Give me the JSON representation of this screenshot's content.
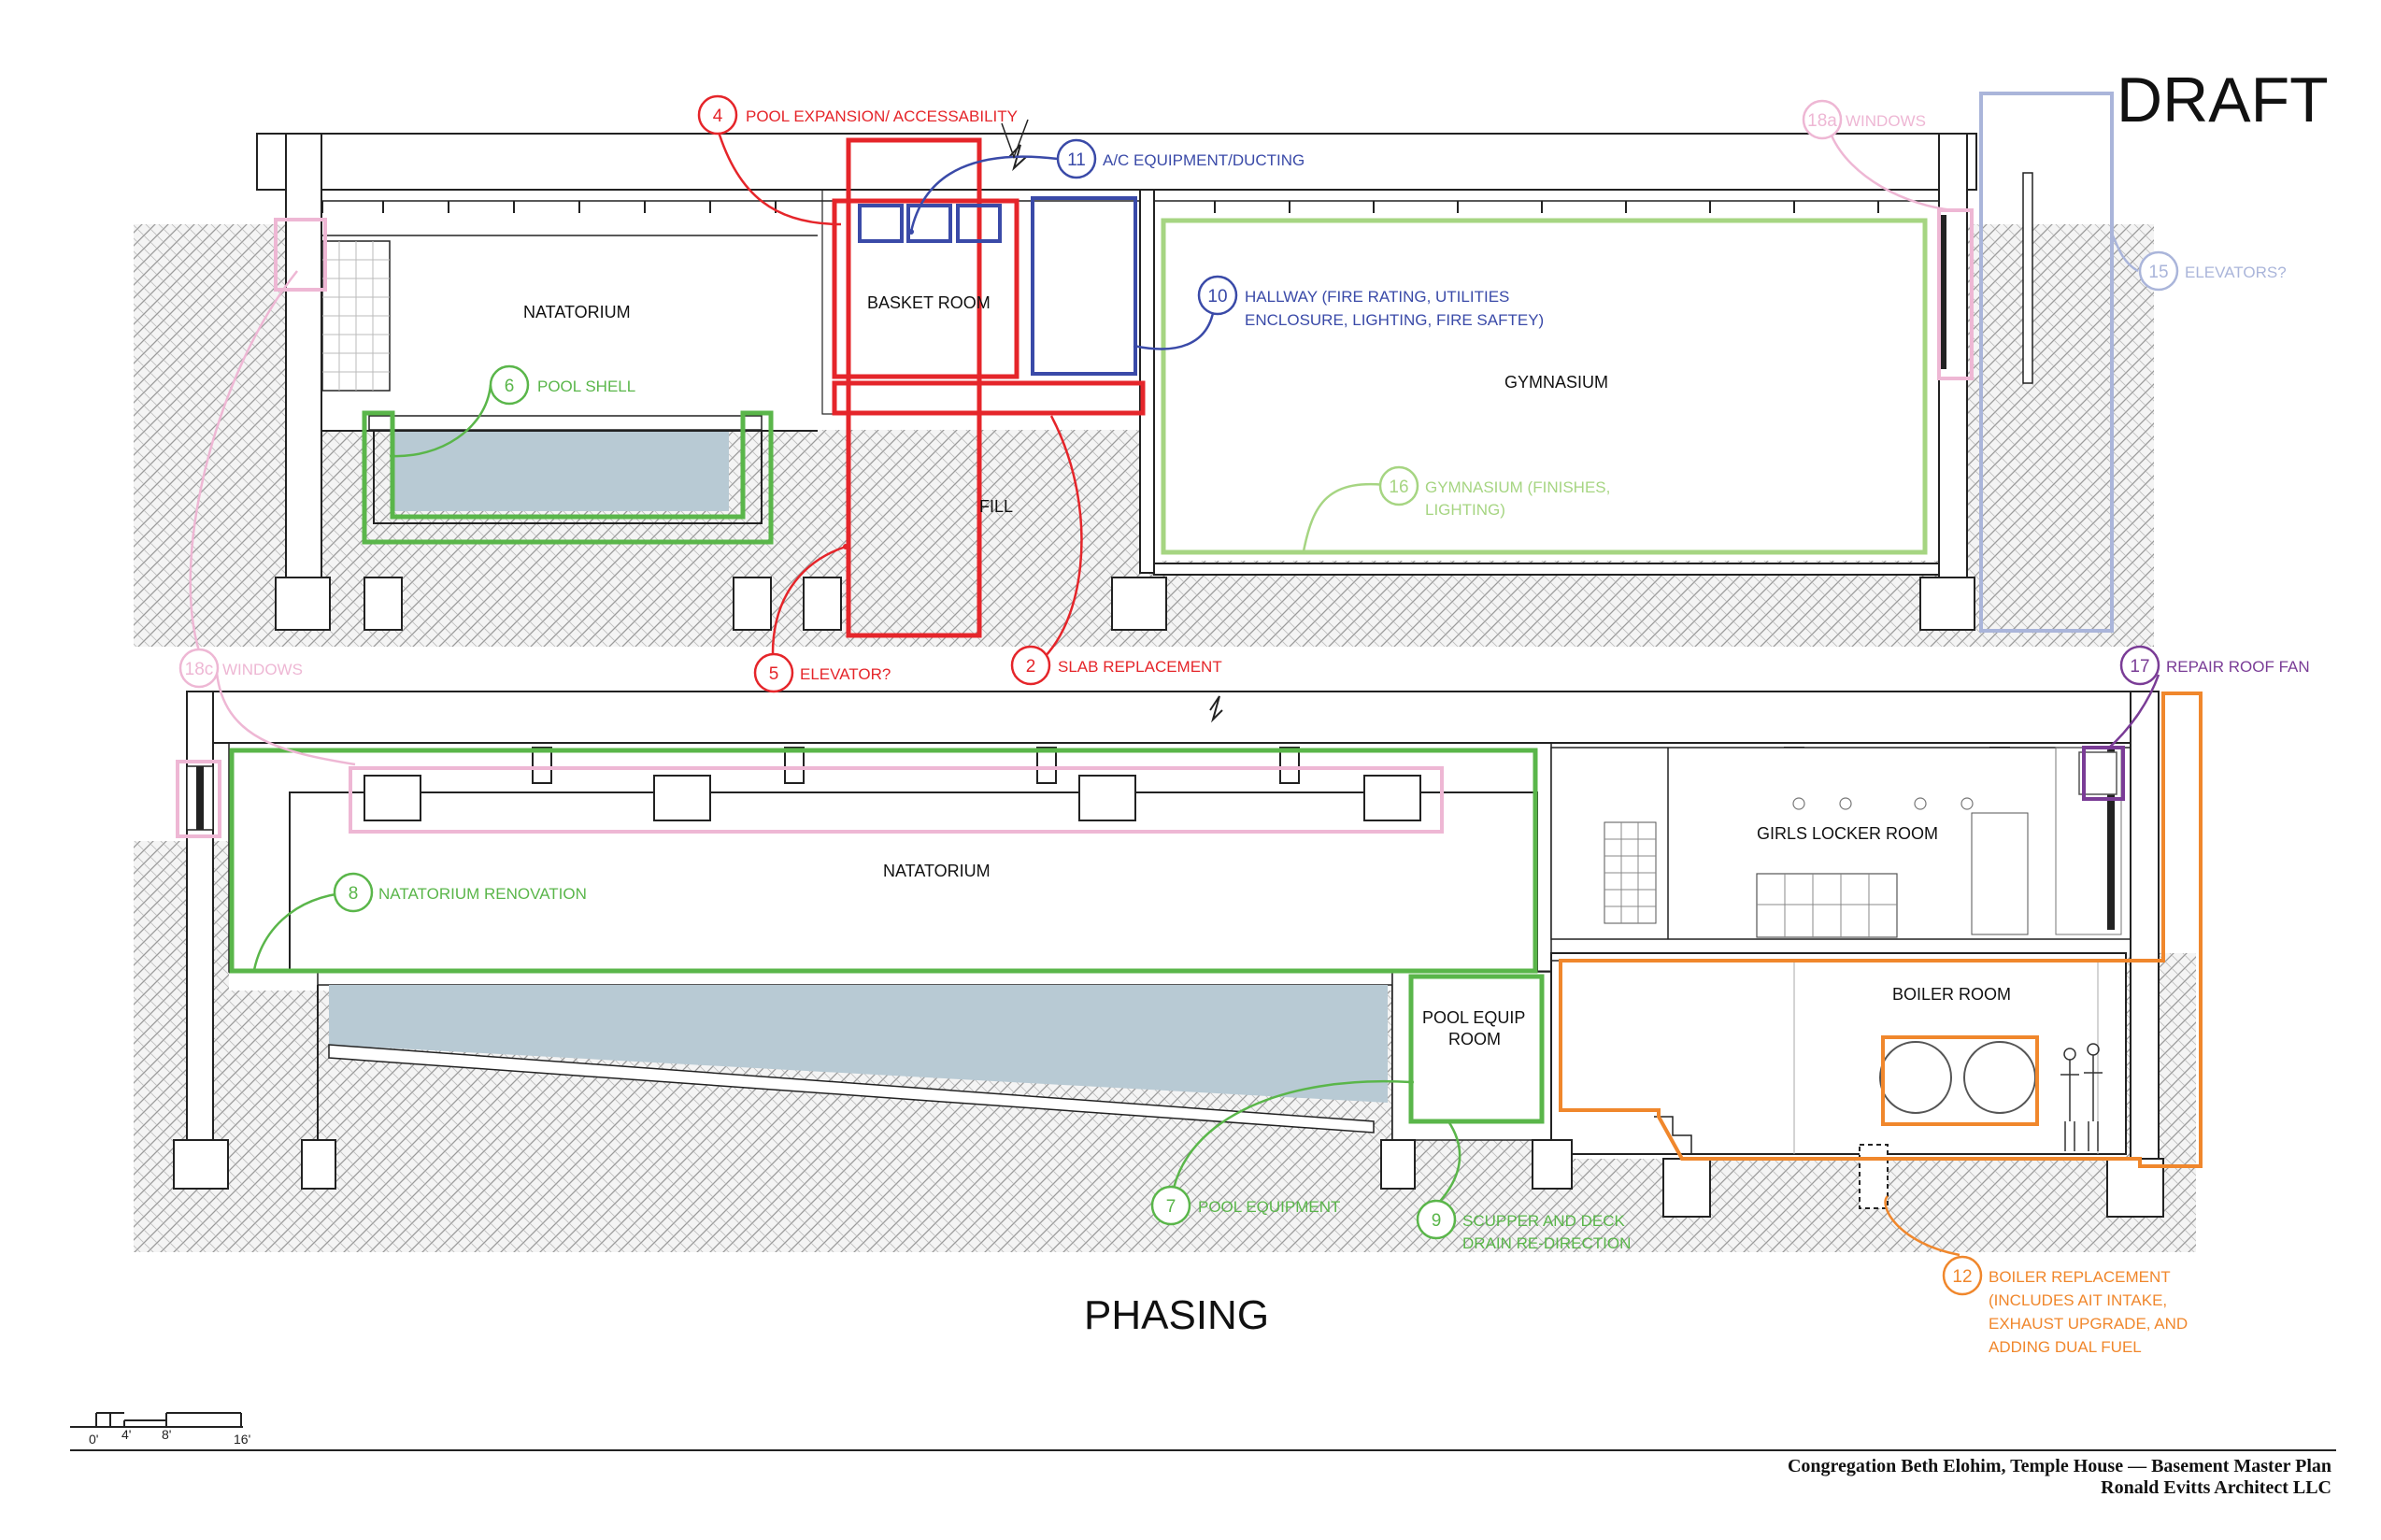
{
  "sheet": {
    "stamp": "DRAFT",
    "section_title": "PHASING",
    "title_line1": "Congregation Beth Elohim, Temple House — Basement Master Plan",
    "title_line2": "Ronald Evitts Architect LLC",
    "scale_labels": [
      "0'",
      "4'",
      "8'",
      "16'"
    ]
  },
  "rooms": {
    "natatorium_upper": "NATATORIUM",
    "basket_room": "BASKET ROOM",
    "gymnasium": "GYMNASIUM",
    "fill": "FILL",
    "natatorium_lower": "NATATORIUM",
    "girls_locker_room": "GIRLS LOCKER ROOM",
    "boiler_room": "BOILER ROOM",
    "pool_equip_1": "POOL EQUIP",
    "pool_equip_2": "ROOM"
  },
  "callouts": {
    "c2": {
      "num": "2",
      "text": "SLAB REPLACEMENT"
    },
    "c4": {
      "num": "4",
      "text": "POOL EXPANSION/ ACCESSABILITY"
    },
    "c5": {
      "num": "5",
      "text": "ELEVATOR?"
    },
    "c6": {
      "num": "6",
      "text": "POOL SHELL"
    },
    "c7": {
      "num": "7",
      "text": "POOL EQUIPMENT"
    },
    "c8": {
      "num": "8",
      "text": "NATATORIUM RENOVATION"
    },
    "c9": {
      "num": "9",
      "line1": "SCUPPER AND DECK",
      "line2": "DRAIN RE-DIRECTION"
    },
    "c10": {
      "num": "10",
      "line1": "HALLWAY (FIRE RATING, UTILITIES",
      "line2": "ENCLOSURE, LIGHTING, FIRE SAFTEY)"
    },
    "c11": {
      "num": "11",
      "text": "A/C EQUIPMENT/DUCTING"
    },
    "c12": {
      "num": "12",
      "line1": "BOILER REPLACEMENT",
      "line2": "(INCLUDES AIT INTAKE,",
      "line3": "EXHAUST UPGRADE, AND",
      "line4": "ADDING DUAL FUEL"
    },
    "c15": {
      "num": "15",
      "text": "ELEVATORS?"
    },
    "c16": {
      "num": "16",
      "line1": "GYMNASIUM (FINISHES,",
      "line2": "LIGHTING)"
    },
    "c17": {
      "num": "17",
      "text": "REPAIR ROOF FAN"
    },
    "c18a": {
      "num": "18a",
      "text": "WINDOWS"
    },
    "c18c": {
      "num": "18c",
      "text": "WINDOWS"
    }
  },
  "colors": {
    "red": "#e5252a",
    "green": "#5ab64a",
    "light_green": "#a6d582",
    "blue": "#3a4aa8",
    "light_blue": "#aab5da",
    "pink": "#eeb7d4",
    "purple": "#7a3c96",
    "orange": "#f0872c",
    "water": "#b8cad4",
    "hatch": "#9a9a9a",
    "ink": "#222222"
  }
}
